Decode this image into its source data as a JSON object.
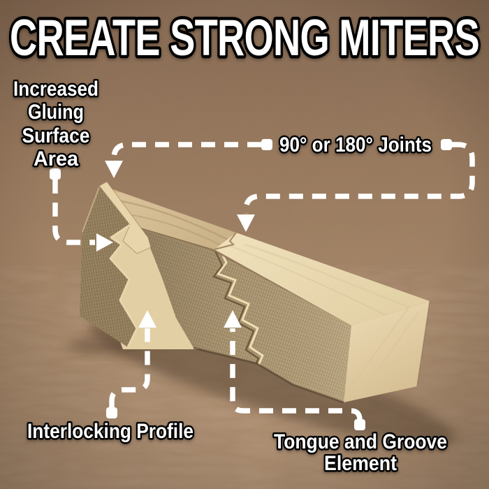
{
  "title": "CREATE STRONG MITERS",
  "callouts": {
    "gluing_area": {
      "lines": [
        "Increased",
        "Gluing",
        "Surface",
        "Area"
      ]
    },
    "joints": {
      "label": "90° or 180° Joints"
    },
    "interlocking_profile": {
      "label": "Interlocking Profile"
    },
    "tongue_groove": {
      "lines": [
        "Tongue and Groove",
        "Element"
      ]
    }
  },
  "markers": {
    "connector": "rounded-square",
    "pointer": "triangle-arrow"
  },
  "colors": {
    "text": "#ffffff",
    "text_outline": "#000000",
    "annotation": "#ffffff",
    "background_top": "#876952",
    "background_mid": "#a28063",
    "background_bottom": "#b79678",
    "wood_light": "#ecddb7",
    "wood_ash": "#d7c099",
    "wood_end_grain": "#b7a37e",
    "wood_rough_dark": "#a8926e",
    "wood_miter_face": "#e3cfa4"
  }
}
